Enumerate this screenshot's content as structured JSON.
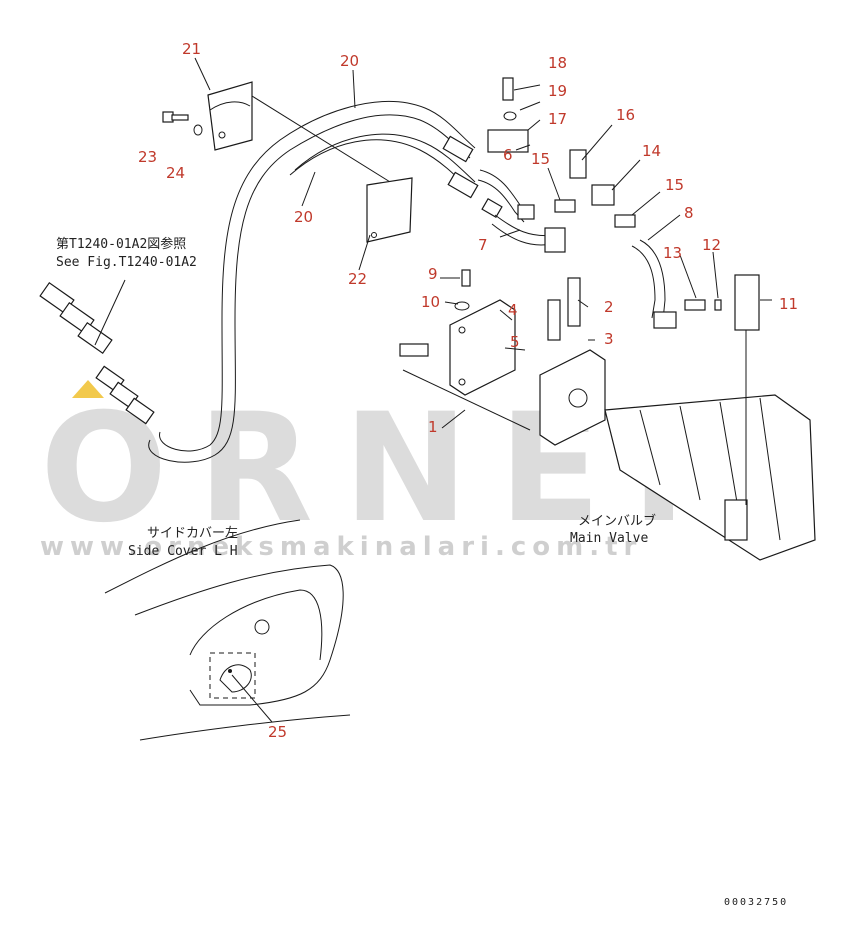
{
  "watermark": {
    "brand": "ORNEK",
    "url": "www.orneksmakinalari.com.tr"
  },
  "part_numbers": [
    "1",
    "2",
    "3",
    "4",
    "5",
    "6",
    "7",
    "8",
    "9",
    "10",
    "11",
    "12",
    "13",
    "14",
    "15",
    "15",
    "16",
    "17",
    "18",
    "19",
    "20",
    "20",
    "21",
    "22",
    "23",
    "24",
    "25"
  ],
  "labels": {
    "ref_jp": "第T1240-01A2図参照",
    "ref_en": "See Fig.T1240-01A2",
    "side_cover_jp": "サイドカバー左",
    "side_cover_en": "Side Cover L H",
    "main_valve_jp": "メインバルブ",
    "main_valve_en": "Main Valve"
  },
  "document_number": "00032750",
  "colors": {
    "callout": "#c0392b",
    "line": "#1a1a1a",
    "watermark": "#dcdcdc",
    "accent": "#f2c94c"
  }
}
